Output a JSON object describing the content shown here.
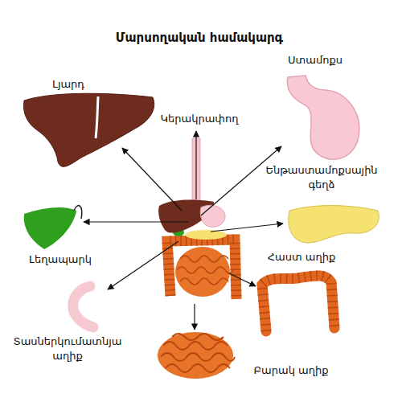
{
  "diagram": {
    "title": "Մարսողական համակարգ",
    "labels": [
      "Լյարդ",
      "Ստամոքս",
      "Կերակրափող",
      "Ենթաստամոքսային գեղձ",
      "Լեղապարկ",
      "Հաստ աղիք",
      "Տասներկումատնյա աղիք",
      "Բարակ աղիք"
    ]
  }
}
